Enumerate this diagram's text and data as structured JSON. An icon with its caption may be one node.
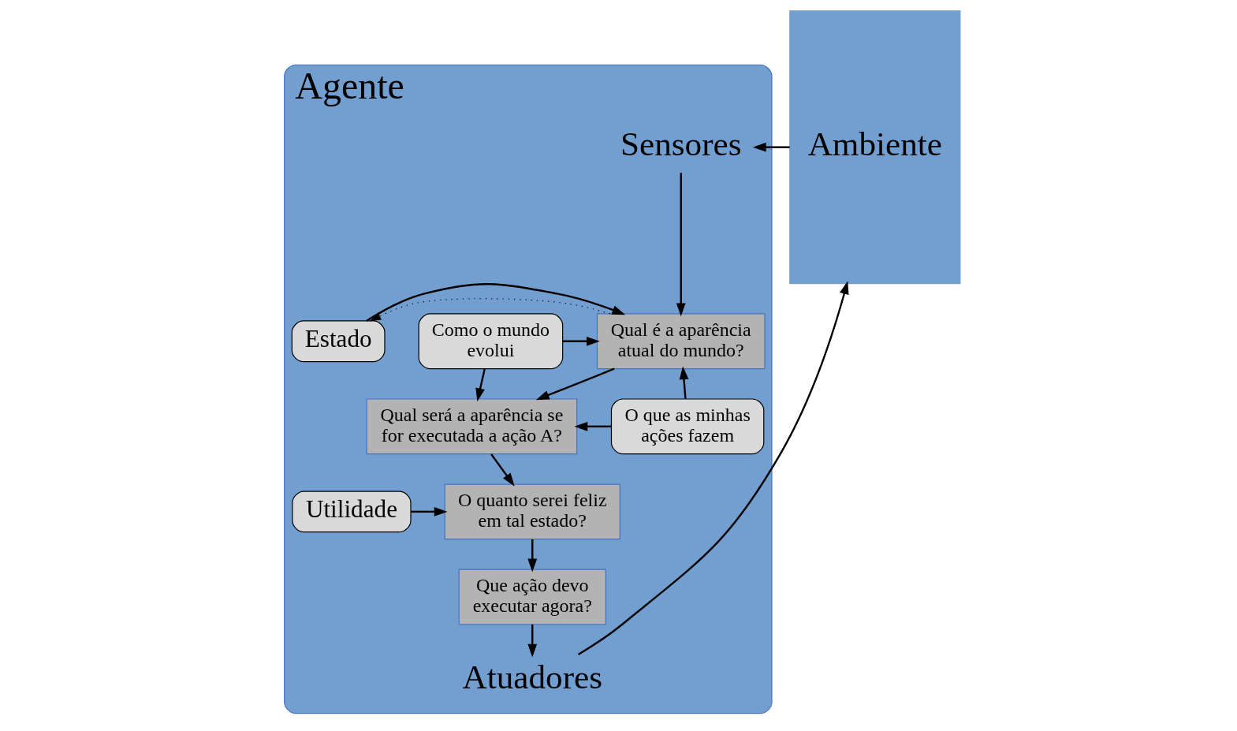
{
  "diagram": {
    "nodes": [
      {
        "text": [
          "Agente"
        ]
      },
      {
        "text": [
          "Sensores"
        ],
        "in": 0
      },
      {
        "text": [
          "Estado"
        ],
        "in": 0
      },
      {
        "text": [
          "Como o mundo evolui"
        ],
        "in": 0
      },
      {
        "text": [
          "O que as minhas ações fazem"
        ],
        "in": 0
      },
      {
        "text": [
          "Utilidade"
        ],
        "in": 0
      },
      {
        "text": [
          "Qual é a aparência atual do mundo?"
        ],
        "in": 0
      },
      {
        "text": [
          "Qual será a aparência se for executada a ação A?"
        ],
        "in": 0
      },
      {
        "text": [
          "O quanto serei feliz em tal estado?"
        ],
        "in": 0
      },
      {
        "text": [
          "Que ação devo executar agora?"
        ],
        "in": 0
      },
      {
        "text": [
          "Atuadores"
        ],
        "in": 0
      },
      {
        "text": [
          "Ambiente"
        ]
      }
    ],
    "edges": [
      {
        "from": 11,
        "to": 1,
        "arrow": "to"
      },
      {
        "from": 1,
        "to": 6,
        "arrow": "to"
      },
      {
        "from": 6,
        "to": 2,
        "arrow": "to",
        "style": "dashed"
      },
      {
        "from": 2,
        "to": 6,
        "arrow": "to"
      },
      {
        "from": 3,
        "to": 6,
        "arrow": "to"
      },
      {
        "from": 3,
        "to": 7,
        "arrow": "to"
      },
      {
        "from": 4,
        "to": 6,
        "arrow": "to"
      },
      {
        "from": 4,
        "to": 7,
        "arrow": "to"
      },
      {
        "from": 5,
        "to": 8,
        "arrow": "to"
      },
      {
        "from": 6,
        "to": 7,
        "arrow": "to"
      },
      {
        "from": 7,
        "to": 8,
        "arrow": "to"
      },
      {
        "from": 8,
        "to": 9,
        "arrow": "to"
      },
      {
        "from": 9,
        "to": 10,
        "arrow": "to"
      },
      {
        "from": 10,
        "to": 11,
        "arrow": "to"
      }
    ]
  }
}
